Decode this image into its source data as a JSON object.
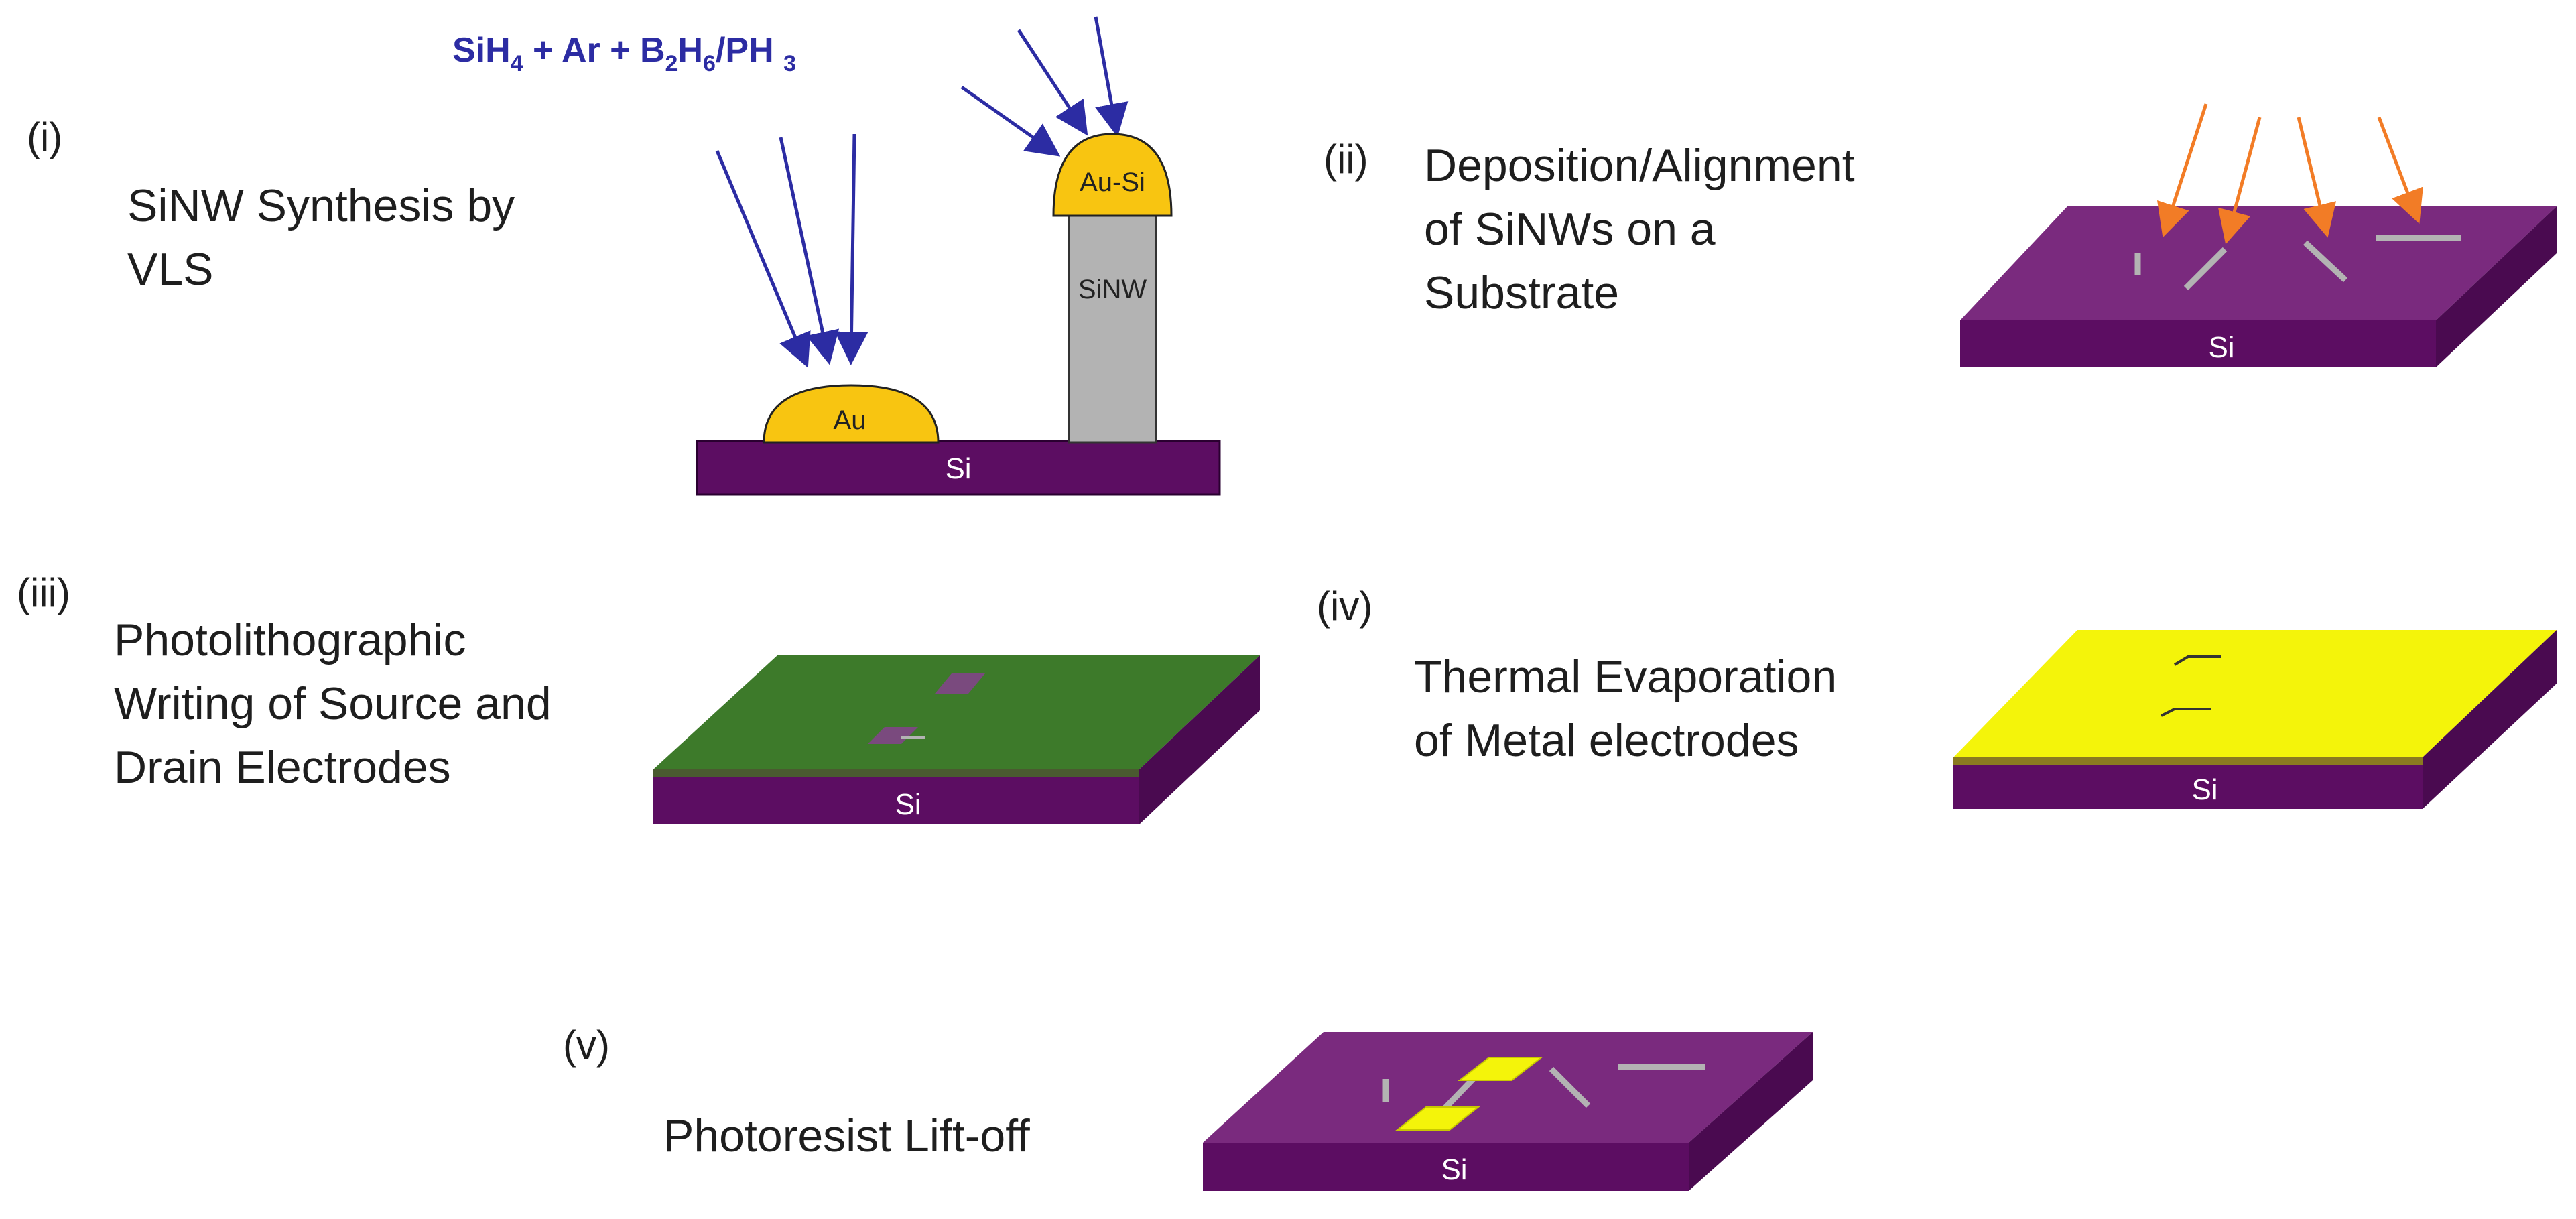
{
  "colors": {
    "substrate_top": "#7a2a7e",
    "substrate_front": "#5c0d62",
    "substrate_side": "#4a0a50",
    "gold": "#f8c511",
    "nanowire": "#b3b3b3",
    "resist": "#3d7a2a",
    "metal": "#f4f40a",
    "gas_arrow": "#2c2ca3",
    "deposit_arrow": "#f27c26"
  },
  "steps": [
    {
      "id": "i",
      "label": "(i)",
      "caption_lines": [
        "SiNW Synthesis by",
        "VLS"
      ]
    },
    {
      "id": "ii",
      "label": "(ii)",
      "caption_lines": [
        "Deposition/Alignment",
        "of SiNWs on a",
        "Substrate"
      ]
    },
    {
      "id": "iii",
      "label": "(iii)",
      "caption_lines": [
        "Photolithographic",
        "Writing of Source and",
        "Drain Electrodes"
      ]
    },
    {
      "id": "iv",
      "label": "(iv)",
      "caption_lines": [
        "Thermal Evaporation",
        "of Metal electrodes"
      ]
    },
    {
      "id": "v",
      "label": "(v)",
      "caption_lines": [
        "Photoresist Lift-off"
      ]
    }
  ],
  "vls": {
    "gas_formula": {
      "p1": "SiH",
      "s1": "4",
      "p2": " + Ar + B",
      "s2": "2",
      "p3": "H",
      "s3": "6",
      "p4": "/PH ",
      "s4": "3"
    },
    "catalyst_label": "Au",
    "tip_label": "Au-Si",
    "nanowire_label": "SiNW",
    "substrate_label": "Si"
  },
  "substrate_label": "Si"
}
